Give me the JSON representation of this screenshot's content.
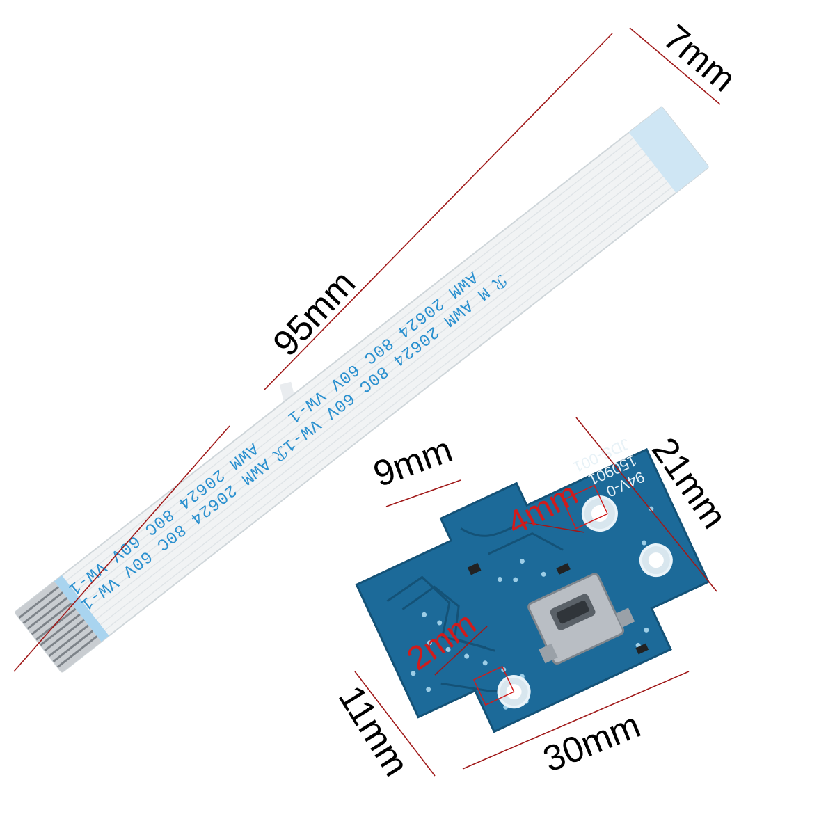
{
  "colors": {
    "cable": "#f1f3f4",
    "cable_edge": "#cfd6da",
    "cable_print": "#2a90cf",
    "pcb": "#1c6a99",
    "pcb_dark": "#145277",
    "dimension_line": "#a01818",
    "red_label": "#d01c1c",
    "metal": "#b9bec4"
  },
  "cable": {
    "print_line_1": "M AWM 20624 80C 60V VW-1",
    "print_line_2": "AWM 20624 80C 60V VW-1",
    "print_line_3": "AWM 20624 80C 60V VW-1",
    "print_line_4": "AWM 20624 80C 60V VW-1",
    "ul_mark_1": "ℛ",
    "ul_mark_2": "ℛ"
  },
  "dimensions": {
    "cable_length": "95mm",
    "cable_width": "7mm",
    "board_top_width": "9mm",
    "board_height": "21mm",
    "board_width": "30mm",
    "board_side": "11mm",
    "hole_large": "4mm",
    "hole_small": "2mm"
  },
  "board": {
    "model": "JDS-001",
    "date_code": "150901",
    "rating": "94V-0"
  },
  "icons": {
    "connector": "micro-usb-port-icon"
  }
}
